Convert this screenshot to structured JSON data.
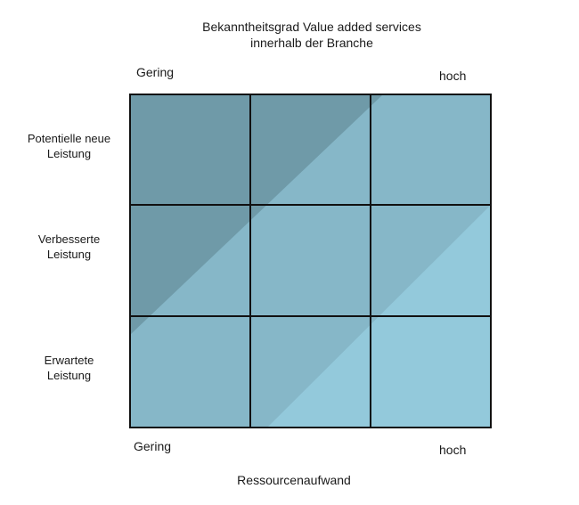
{
  "title": {
    "line1": "Bekanntheitsgrad Value added services",
    "line2": "innerhalb der Branche"
  },
  "top_axis": {
    "low": "Gering",
    "high": "hoch"
  },
  "bottom_axis": {
    "low": "Gering",
    "high": "hoch",
    "label": "Ressourcenaufwand"
  },
  "rows": [
    {
      "line1": "Potentielle neue",
      "line2": "Leistung"
    },
    {
      "line1": "Verbesserte",
      "line2": "Leistung"
    },
    {
      "line1": "Erwartete",
      "line2": "Leistung"
    }
  ],
  "colors": {
    "dark_zone": "#6f9aa8",
    "mid_zone": "#86b7c8",
    "light_zone": "#93c9db",
    "grid_line": "#111111"
  }
}
